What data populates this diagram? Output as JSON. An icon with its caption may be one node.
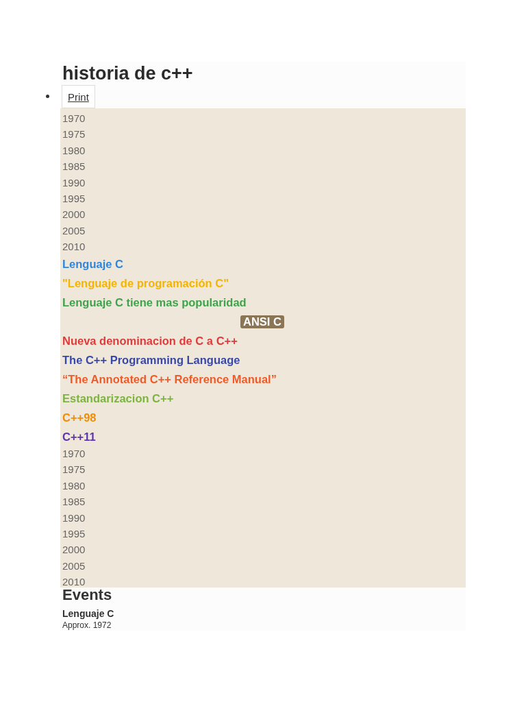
{
  "diagram": {
    "title": "historia de c++",
    "labels": [
      "Print",
      "1970",
      "1975",
      "1980",
      "1985",
      "1990",
      "1995",
      "2000",
      "2005",
      "2010",
      "Lenguaje C",
      "\"Lenguaje de programación C\"",
      "Lenguaje C tiene mas popularidad",
      "ANSI C",
      "Nueva denominacion de C a C++",
      "The C++ Programming Language",
      "“The Annotated C++ Reference Manual”",
      "Estandarizacion C++",
      "C++98",
      "C++11",
      "1970",
      "1975",
      "1980",
      "1985",
      "1990",
      "1995",
      "2000",
      "2005",
      "2010",
      "Events",
      "Lenguaje C",
      "Approx. 1972"
    ]
  }
}
